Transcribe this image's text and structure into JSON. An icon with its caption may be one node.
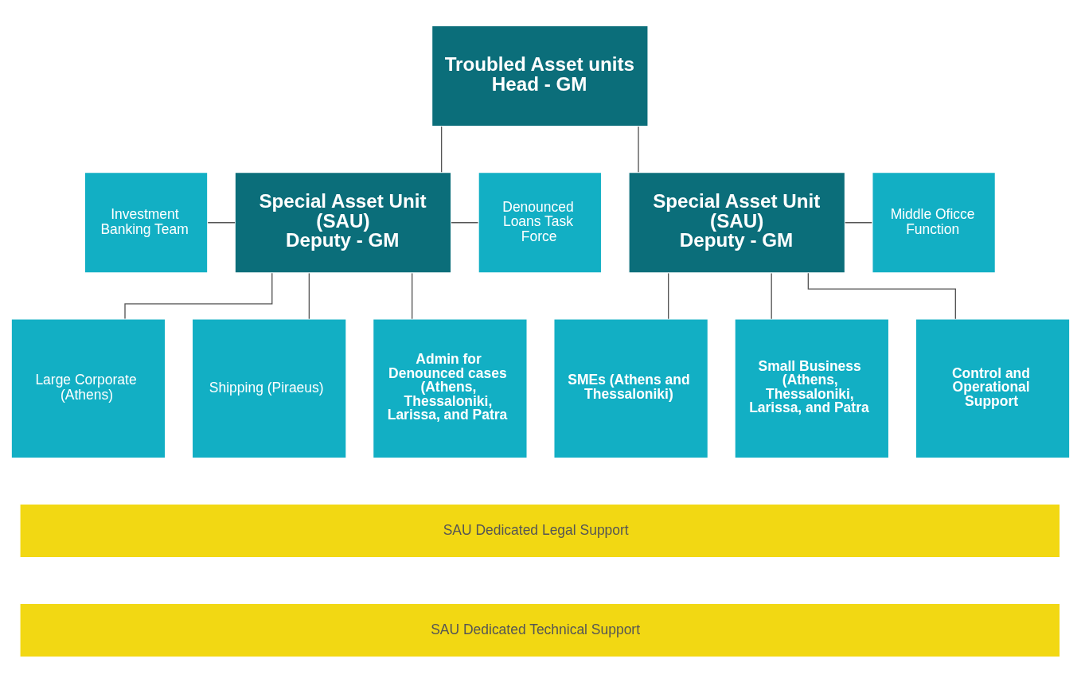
{
  "diagram": {
    "nodes": [
      {
        "text": [
          "Troubled Asset units",
          "Head - GM"
        ]
      },
      {
        "text": [
          "Investment Banking Team"
        ]
      },
      {
        "text": [
          "Special Asset Unit (SAU)",
          "Deputy - GM"
        ]
      },
      {
        "text": [
          "Denounced Loans Task Force"
        ]
      },
      {
        "text": [
          "Special Asset Unit (SAU)",
          "Deputy - GM"
        ]
      },
      {
        "text": [
          "Middle Oficce Function"
        ]
      },
      {
        "text": [
          "Large Corporate (Athens)"
        ]
      },
      {
        "text": [
          "Shipping (Piraeus)"
        ]
      },
      {
        "text": [
          "Admin for Denounced cases (Athens, Thessaloniki, Larissa, and Patra"
        ]
      },
      {
        "text": [
          "SMEs (Athens and Thessaloniki)"
        ]
      },
      {
        "text": [
          "Small Business (Athens, Thessaloniki, Larissa, and Patra"
        ]
      },
      {
        "text": [
          "Control and Operational Support"
        ]
      },
      {
        "text": [
          "SAU Dedicated Legal Support"
        ]
      },
      {
        "text": [
          "SAU Dedicated Technical Support"
        ]
      }
    ],
    "edges": [
      {
        "from": 0,
        "to": 2,
        "arrow": "none"
      },
      {
        "from": 0,
        "to": 4,
        "arrow": "none"
      },
      {
        "from": 1,
        "to": 2,
        "arrow": "none"
      },
      {
        "from": 2,
        "to": 3,
        "arrow": "none"
      },
      {
        "from": 4,
        "to": 5,
        "arrow": "none"
      },
      {
        "from": 2,
        "to": 6,
        "arrow": "none"
      },
      {
        "from": 2,
        "to": 7,
        "arrow": "none"
      },
      {
        "from": 2,
        "to": 8,
        "arrow": "none"
      },
      {
        "from": 4,
        "to": 9,
        "arrow": "none"
      },
      {
        "from": 4,
        "to": 10,
        "arrow": "none"
      },
      {
        "from": 4,
        "to": 11,
        "arrow": "none"
      }
    ]
  }
}
